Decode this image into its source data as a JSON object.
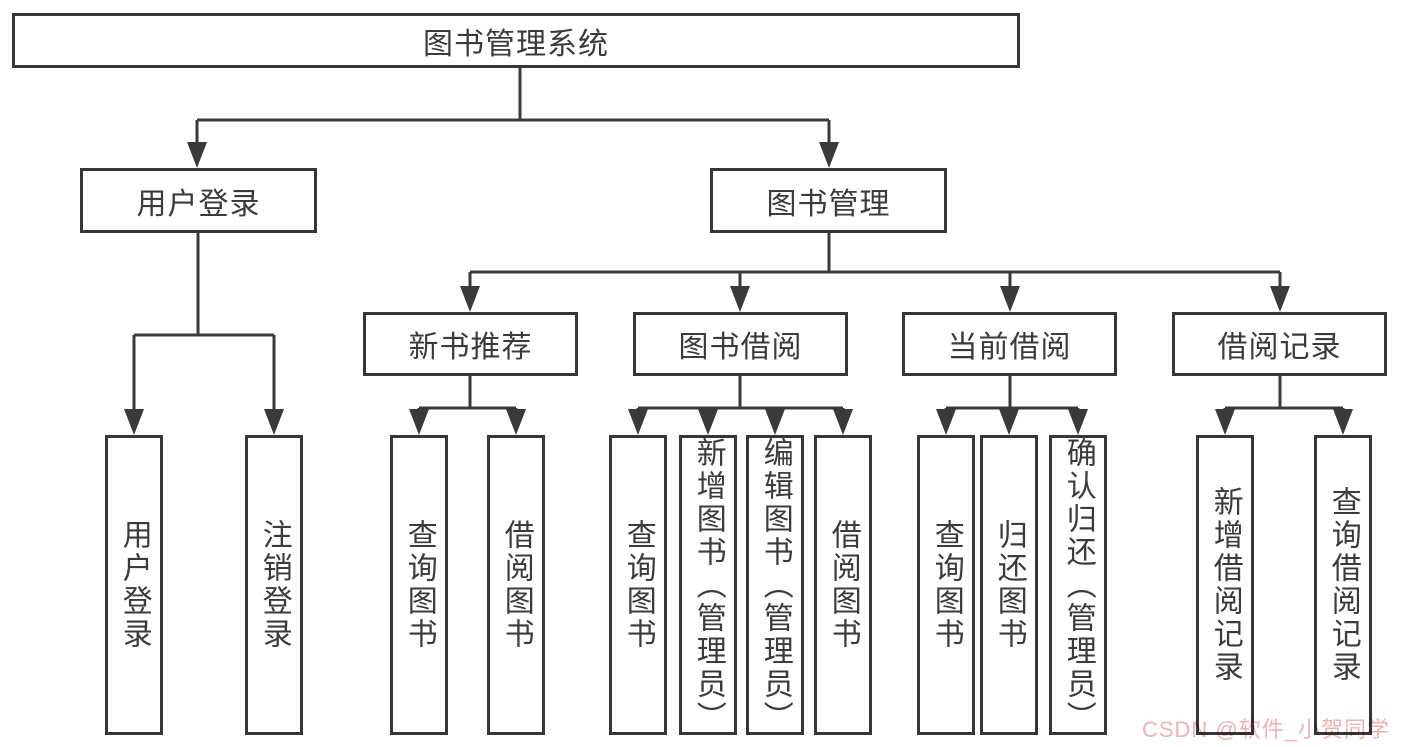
{
  "diagram": {
    "root_label": "图书管理系统",
    "branches": [
      {
        "label": "用户登录",
        "leaves": [
          {
            "label": "用户登录"
          },
          {
            "label": "注销登录"
          }
        ]
      },
      {
        "label": "图书管理",
        "groups": [
          {
            "label": "新书推荐",
            "leaves": [
              {
                "label": "查询图书"
              },
              {
                "label": "借阅图书"
              }
            ]
          },
          {
            "label": "图书借阅",
            "leaves": [
              {
                "label": "查询图书"
              },
              {
                "label": "新增图书（管理员）"
              },
              {
                "label": "编辑图书（管理员）"
              },
              {
                "label": "借阅图书"
              }
            ]
          },
          {
            "label": "当前借阅",
            "leaves": [
              {
                "label": "查询图书"
              },
              {
                "label": "归还图书"
              },
              {
                "label": "确认归还（管理员）"
              }
            ]
          },
          {
            "label": "借阅记录",
            "leaves": [
              {
                "label": "新增借阅记录"
              },
              {
                "label": "查询借阅记录"
              }
            ]
          }
        ]
      }
    ]
  },
  "watermark": {
    "text": "CSDN @软件_小贺同学",
    "color": "#efb3b3"
  },
  "colors": {
    "line": "#3a3a3a",
    "box_border": "#363636",
    "text": "#3b3b3b",
    "background": "#ffffff"
  }
}
